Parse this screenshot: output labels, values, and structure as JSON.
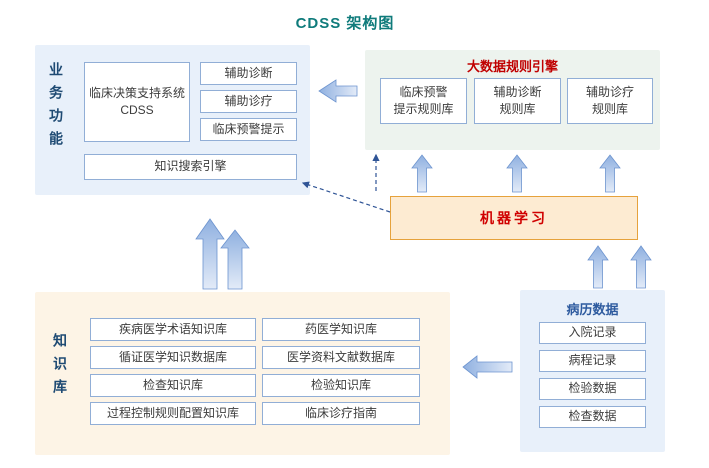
{
  "title": "CDSS 架构图",
  "colors": {
    "title": "#0f7b7b",
    "accent_red": "#c00000",
    "accent_blue": "#2e5b9f",
    "panel_blue": "#e8f0fa",
    "panel_green": "#edf3ee",
    "panel_cream": "#fdf4e6",
    "box_border": "#91aed6",
    "ml_fill": "#fdebd2",
    "ml_border": "#e6a23c",
    "arrow_blue": "#6d94cf"
  },
  "business": {
    "label": "业务功能",
    "cdss": "临床决策支持系统\nCDSS",
    "items": [
      "辅助诊断",
      "辅助诊疗",
      "临床预警提示"
    ],
    "search_engine": "知识搜索引擎"
  },
  "rules_engine": {
    "title": "大数据规则引擎",
    "items": [
      "临床预警\n提示规则库",
      "辅助诊断\n规则库",
      "辅助诊疗\n规则库"
    ]
  },
  "machine_learning": {
    "label": "机器学习"
  },
  "knowledge_base": {
    "label": "知识库",
    "left_items": [
      "疾病医学术语知识库",
      "循证医学知识数据库",
      "检查知识库",
      "过程控制规则配置知识库"
    ],
    "right_items": [
      "药医学知识库",
      "医学资料文献数据库",
      "检验知识库",
      "临床诊疗指南"
    ]
  },
  "medical_records": {
    "title": "病历数据",
    "items": [
      "入院记录",
      "病程记录",
      "检验数据",
      "检查数据"
    ]
  }
}
